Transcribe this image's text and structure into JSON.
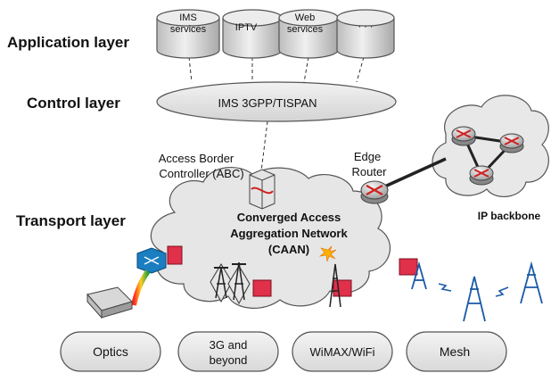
{
  "layers": {
    "application": "Application layer",
    "control": "Control layer",
    "transport": "Transport layer"
  },
  "services": [
    {
      "line1": "IMS",
      "line2": "services"
    },
    {
      "line1": "IPTV",
      "line2": ""
    },
    {
      "line1": "Web",
      "line2": "services"
    },
    {
      "line1": "· · ·",
      "line2": ""
    }
  ],
  "control_platform": "IMS 3GPP/TISPAN",
  "abc": {
    "line1": "Access Border",
    "line2": "Controller (ABC)"
  },
  "edge_router": {
    "line1": "Edge",
    "line2": "Router"
  },
  "caan": {
    "line1": "Converged Access",
    "line2": "Aggregation Network",
    "line3": "(CAAN)"
  },
  "ip_backbone": "IP backbone",
  "access_technologies": [
    {
      "line1": "Optics",
      "line2": ""
    },
    {
      "line1": "3G and",
      "line2": "beyond"
    },
    {
      "line1": "WiMAX/WiFi",
      "line2": ""
    },
    {
      "line1": "Mesh",
      "line2": ""
    }
  ],
  "colors": {
    "cylinder_fill": "#d9d9d9",
    "cloud_fill": "#e6e6e6",
    "node_red": "#e0304a",
    "router_blue": "#1a7ec0"
  }
}
